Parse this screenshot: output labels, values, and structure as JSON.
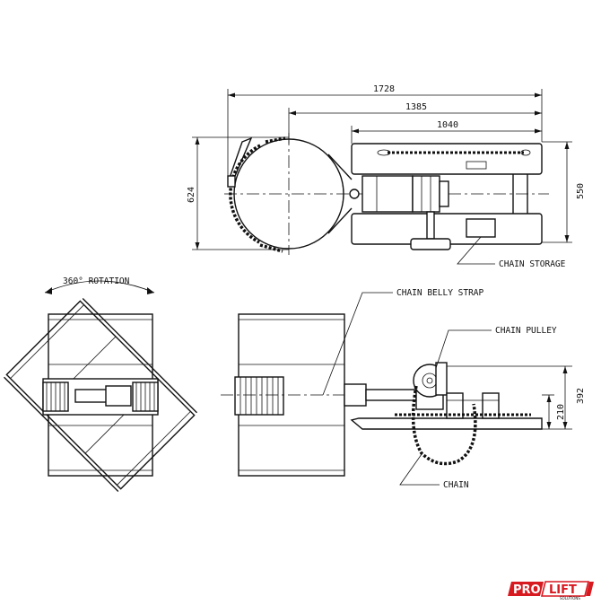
{
  "dimensions": {
    "overall_length": "1728",
    "length_mid": "1385",
    "length_frame": "1040",
    "height_drum": "624",
    "width_frame": "550",
    "height_pulley": "392",
    "height_base": "210"
  },
  "labels": {
    "rotation": "360° ROTATION",
    "chain_storage": "CHAIN STORAGE",
    "chain_belly_strap": "CHAIN BELLY STRAP",
    "chain_pulley": "CHAIN PULLEY",
    "chain": "CHAIN"
  },
  "logo": {
    "brand_left": "PRO",
    "brand_right": "LIFT",
    "tagline": "SOLUTIONS",
    "accent_color": "#d71920"
  }
}
